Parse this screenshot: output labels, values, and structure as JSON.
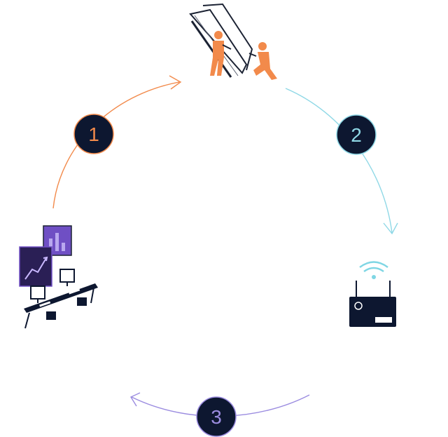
{
  "diagram": {
    "steps": [
      {
        "number": "1",
        "color": "#f28a4b",
        "icon": "dashboard-workstation-icon"
      },
      {
        "number": "2",
        "color": "#8fd8e6",
        "icon": "router-wifi-icon"
      },
      {
        "number": "3",
        "color": "#9b8ce0",
        "icon": "return-arrow-icon"
      }
    ],
    "top_icon": "escalator-technicians-icon",
    "circle_fill": "#0d1730",
    "accent_purple": "#6f4fc4",
    "accent_orange": "#f28a4b",
    "accent_cyan": "#7fd6e4"
  }
}
